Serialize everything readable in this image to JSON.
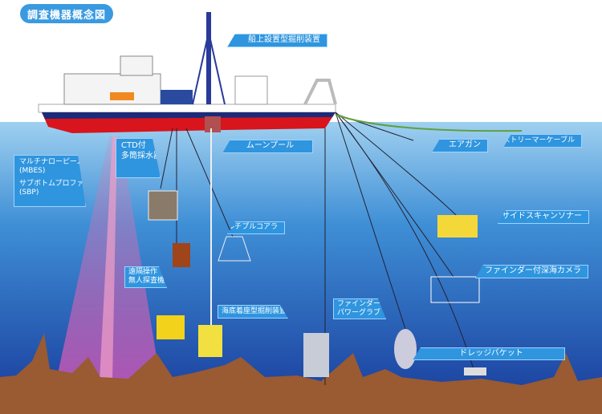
{
  "title": "調査機器概念図",
  "labels": {
    "drilling_ship": "船上設置型掘削装置",
    "moon_pool": "ムーンプール",
    "air_gun": "エアガン",
    "streamer": "ストリーマーケーブル",
    "mbes_1": "マルチナローピーム",
    "mbes_2": "(MBES)",
    "sbp_1": "サブボトムプロファイラー",
    "sbp_2": "(SBP)",
    "ctd_1": "CTD付",
    "ctd_2": "多筒採水器",
    "multiple_corer": "マルチプルコアラ",
    "side_scan": "サイドスキャンソナー",
    "rov_1": "遠隔操作",
    "rov_2": "無人探査機",
    "deep_camera": "ファインダー付深海カメラ",
    "seabed_drill": "海底着座型掘削装置",
    "grab_1": "ファインダー付",
    "grab_2": "パワーグラブ",
    "dredge": "ドレッジバケット"
  },
  "colors": {
    "accent": "#2f95df",
    "hull": "#d8141c",
    "sea_top": "#8fc8ee",
    "sea_bottom": "#1b3f9c",
    "seabed": "#9a5a32"
  }
}
